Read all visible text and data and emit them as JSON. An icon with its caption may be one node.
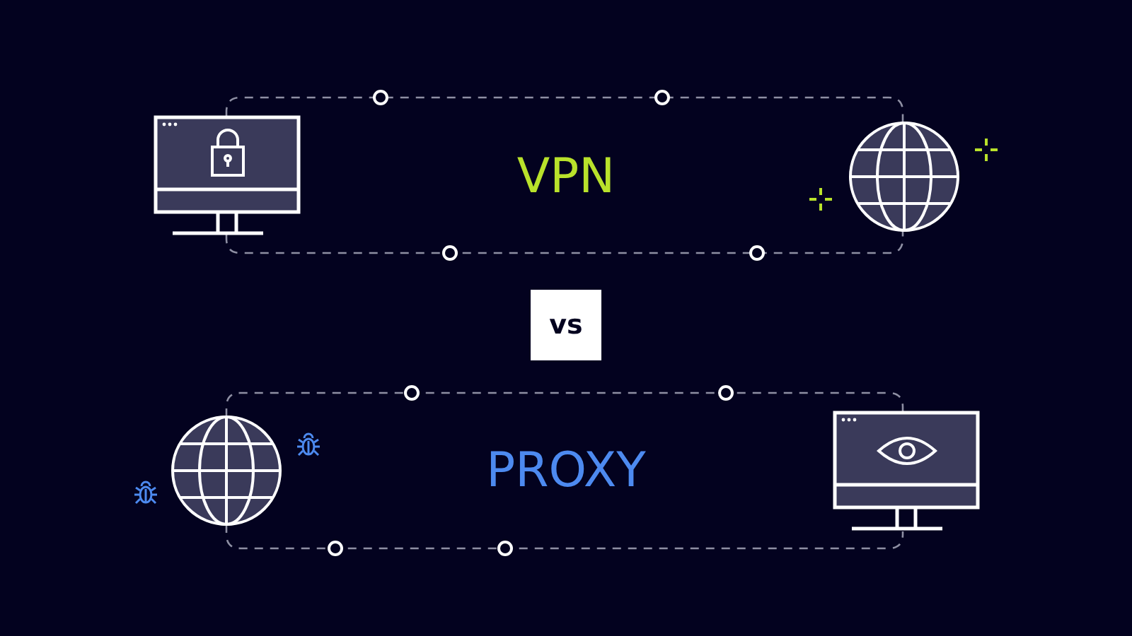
{
  "diagram": {
    "nodes": [
      {
        "text": [],
        "shape": "picture"
      },
      {
        "text": [],
        "shape": "picture"
      },
      {
        "text": [
          "vs"
        ]
      },
      {
        "text": [],
        "shape": "picture"
      },
      {
        "text": [],
        "shape": "picture"
      }
    ],
    "edges": [
      {
        "from": 0,
        "to": 1,
        "arrow": "none",
        "style": "dashed"
      },
      {
        "from": 0,
        "to": 1,
        "arrow": "none",
        "style": "dashed"
      },
      {
        "from": 3,
        "to": 4,
        "arrow": "none",
        "style": "dashed"
      },
      {
        "from": 3,
        "to": 4,
        "arrow": "none",
        "style": "dashed"
      }
    ],
    "labels": [
      "VPN",
      "PROXY"
    ]
  }
}
